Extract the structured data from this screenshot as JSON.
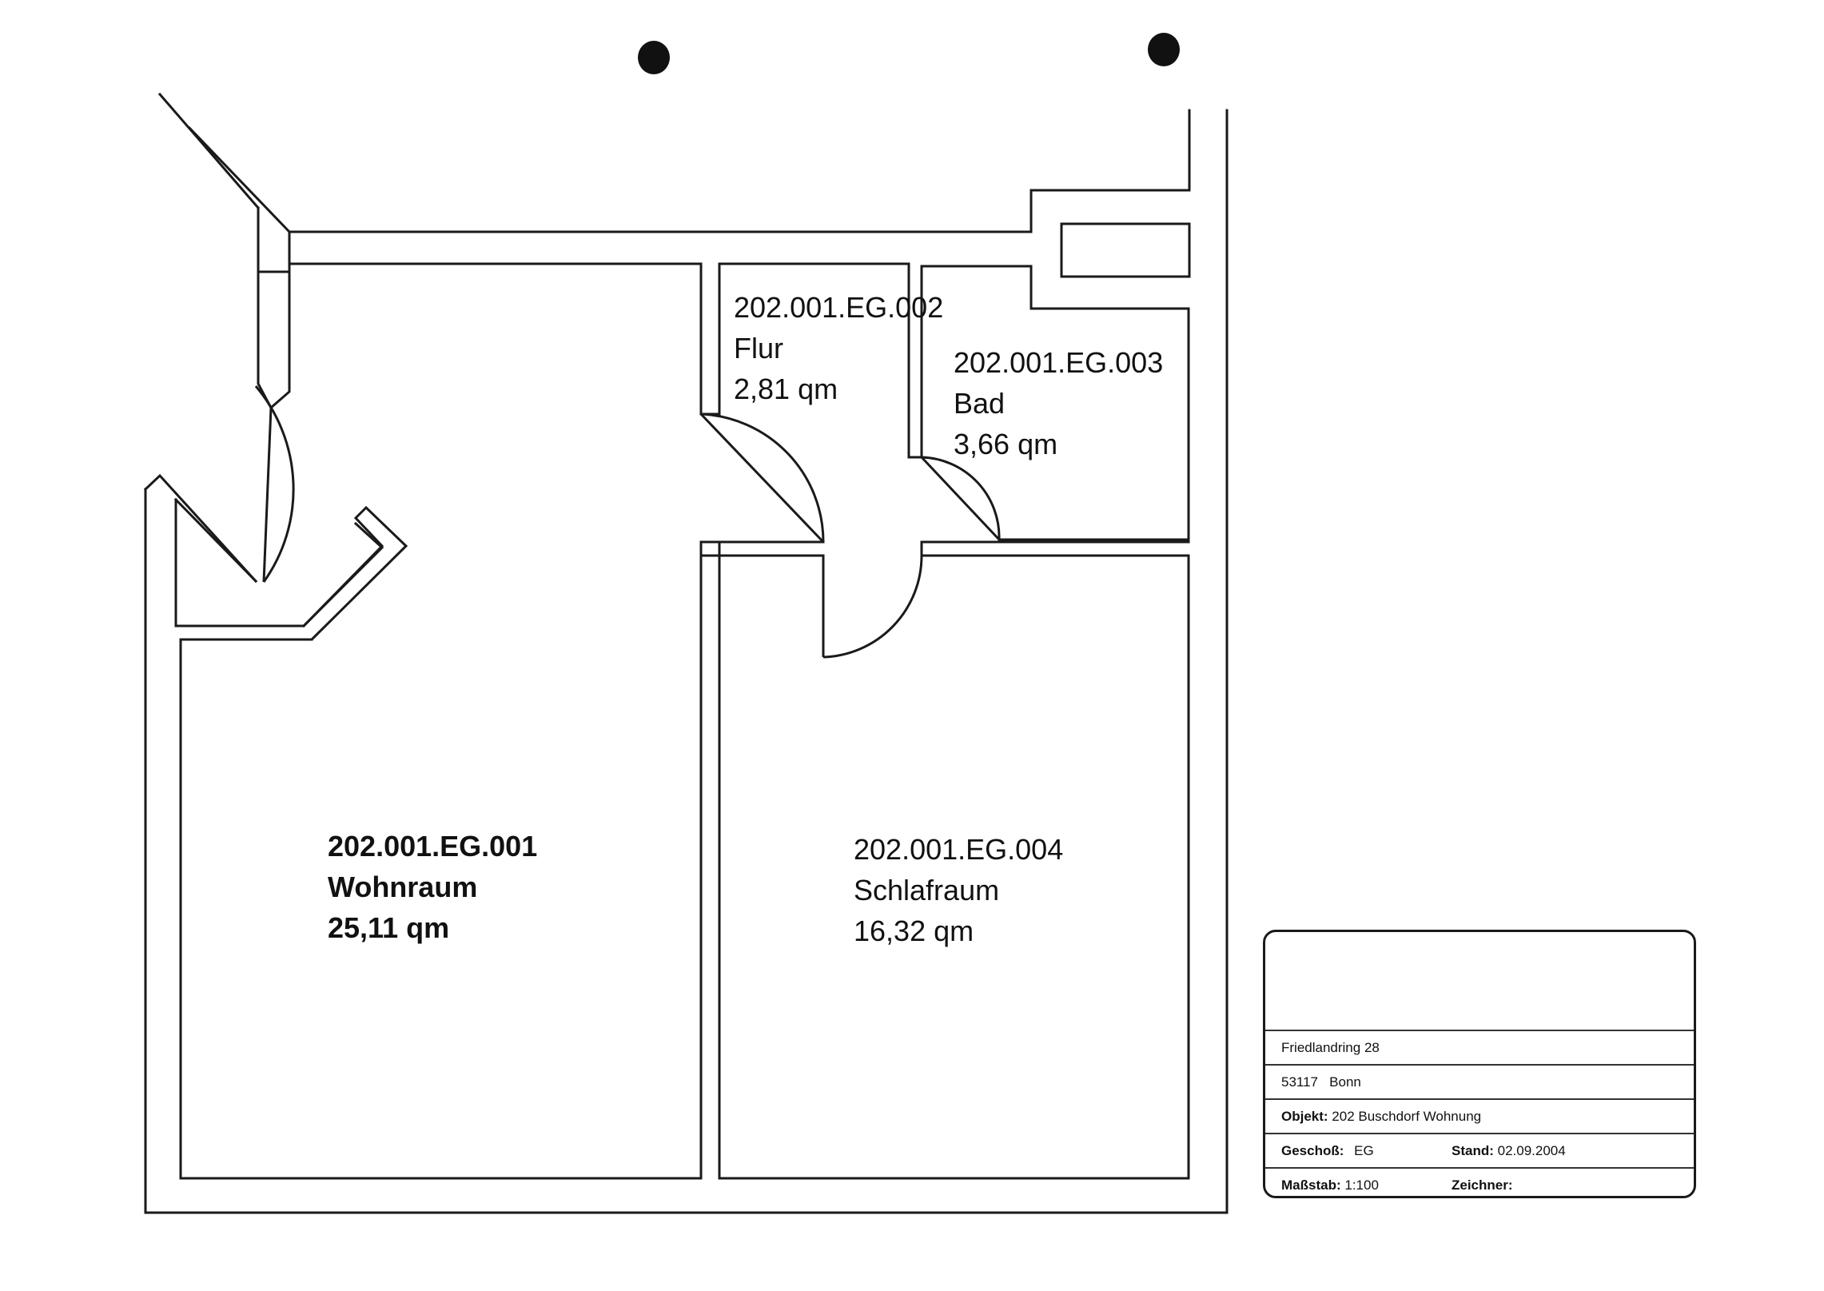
{
  "rooms": [
    {
      "id": "202.001.EG.001",
      "name": "Wohnraum",
      "area": "25,11 qm"
    },
    {
      "id": "202.001.EG.002",
      "name": "Flur",
      "area": "2,81 qm"
    },
    {
      "id": "202.001.EG.003",
      "name": "Bad",
      "area": "3,66 qm"
    },
    {
      "id": "202.001.EG.004",
      "name": "Schlafraum",
      "area": "16,32 qm"
    }
  ],
  "title_block": {
    "street": "Friedlandring 28",
    "city": "53117   Bonn",
    "objekt_label": "Objekt:",
    "objekt_value": "202 Buschdorf Wohnung",
    "geschoss_label": "Geschoß:",
    "geschoss_value": "EG",
    "stand_label": "Stand:",
    "stand_value": "02.09.2004",
    "massstab_label": "Maßstab:",
    "massstab_value": "1:100",
    "zeichner_label": "Zeichner:",
    "zeichner_value": ""
  }
}
